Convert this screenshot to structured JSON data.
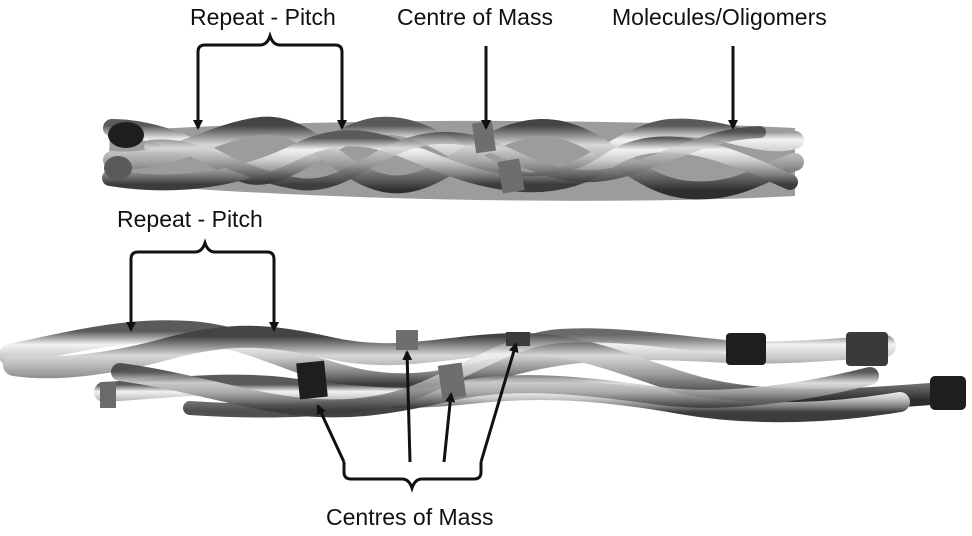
{
  "labels": {
    "repeat_pitch_top": "Repeat - Pitch",
    "centre_of_mass": "Centre of Mass",
    "molecules_oligomers": "Molecules/Oligomers",
    "repeat_pitch_bottom": "Repeat - Pitch",
    "centres_of_mass": "Centres of Mass"
  },
  "colors": {
    "rod_light": "#e6e6e6",
    "rod_mid": "#a8a8a8",
    "rod_dark": "#4a4a4a",
    "cap_dark": "#1e1e1e",
    "marker_tape": "#6e6e6e",
    "ink": "#111111"
  }
}
